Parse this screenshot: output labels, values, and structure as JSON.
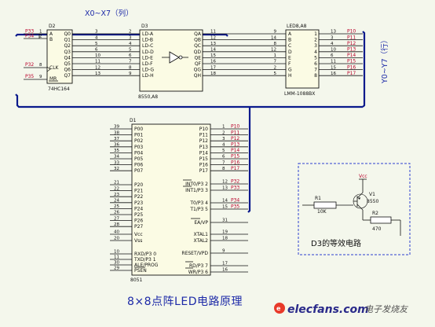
{
  "x_bus_label": "X0~X7（列）",
  "y_bus_label": "Y0~Y7（行）",
  "d2": {
    "ref": "D2",
    "part": "74HC164",
    "left_pins": [
      "A",
      "B",
      "CLK",
      "MR"
    ],
    "right_pins": [
      "Q0",
      "Q1",
      "Q2",
      "Q3",
      "Q4",
      "Q5",
      "Q6",
      "Q7"
    ],
    "in_nets": [
      "P33",
      "P34"
    ],
    "in_pins": [
      "1",
      "2"
    ],
    "clk_net": "P32",
    "clk_pin": "8",
    "mr_net": "P35",
    "mr_pin": "9",
    "out_pins": [
      "3",
      "4",
      "5",
      "6",
      "10",
      "11",
      "12",
      "13"
    ]
  },
  "d3": {
    "ref": "D3",
    "part": "8550,A8",
    "left_pins": [
      "LD-A",
      "LD-B",
      "LD-C",
      "LD-D",
      "LD-E",
      "LD-F",
      "LD-G",
      "LD-H"
    ],
    "right_pins": [
      "QA",
      "QB",
      "QC",
      "QD",
      "QE",
      "QF",
      "QG",
      "QH"
    ],
    "in_pins": [
      "2",
      "3",
      "4",
      "5",
      "6",
      "7",
      "8",
      "9"
    ],
    "out_pins": [
      "11",
      "12",
      "13",
      "14",
      "15",
      "16",
      "17",
      "18"
    ]
  },
  "led": {
    "ref": "LED8,A8",
    "part": "LMM-1088BX",
    "left_pins": [
      "A",
      "B",
      "C",
      "D",
      "E",
      "F",
      "G",
      "H"
    ],
    "right_pins": [
      "1",
      "2",
      "3",
      "4",
      "5",
      "6",
      "7",
      "8"
    ],
    "in_pins": [
      "9",
      "14",
      "8",
      "12",
      "1",
      "7",
      "2",
      "5"
    ],
    "out_pins": [
      "13",
      "3",
      "4",
      "10",
      "6",
      "11",
      "15",
      "16"
    ],
    "out_nets": [
      "P10",
      "P11",
      "P12",
      "P13",
      "P14",
      "P15",
      "P16",
      "P17"
    ]
  },
  "d1": {
    "ref": "D1",
    "part": "8051",
    "left_pins": [
      "P00",
      "P01",
      "P02",
      "P03",
      "P04",
      "P05",
      "P06",
      "P07",
      "P20",
      "P21",
      "P22",
      "P23",
      "P24",
      "P25",
      "P26",
      "P27",
      "Vcc",
      "Vss",
      "RXD/P3 0",
      "TXD/P3 1",
      "ALE/PROG",
      "PSEN"
    ],
    "left_nums": [
      "39",
      "38",
      "37",
      "36",
      "35",
      "34",
      "33",
      "32",
      "21",
      "22",
      "23",
      "24",
      "25",
      "26",
      "27",
      "28",
      "40",
      "20",
      "10",
      "11",
      "30",
      "29"
    ],
    "right_pins": [
      "P10",
      "P11",
      "P12",
      "P13",
      "P14",
      "P15",
      "P16",
      "P17",
      "INT0/P3 2",
      "INT1/P3 3",
      "T0/P3 4",
      "T1/P3 5",
      "EA/VP",
      "XTAL1",
      "XTAL2",
      "RESET/VPD",
      "RD/P3 7",
      "WR/P3 6"
    ],
    "right_nums": [
      "1",
      "2",
      "3",
      "4",
      "5",
      "6",
      "7",
      "8",
      "12",
      "13",
      "14",
      "15",
      "31",
      "19",
      "18",
      "9",
      "17",
      "16"
    ],
    "right_nets": [
      "P10",
      "P11",
      "P12",
      "P13",
      "P14",
      "P15",
      "P16",
      "P17",
      "P32",
      "P33",
      "P34",
      "P35"
    ]
  },
  "equiv": {
    "vcc": "Vcc",
    "r1": "R1",
    "r1_value": "10K",
    "v1": "V1",
    "v1_part": "8550",
    "r2": "R2",
    "r2_value": "470",
    "caption": "D3的等效电路"
  },
  "title": "8×8点阵LED电路原理",
  "watermark": "elecfans.com",
  "watermark_cn": "电子发烧友",
  "colors": {
    "bus": "#0a1a8c",
    "net": "#b8002a",
    "chip_fill": "#fbfbe4",
    "background": "#f4f7ec",
    "title": "#1d2aa8",
    "dashed_box": "#2b3fcf"
  }
}
